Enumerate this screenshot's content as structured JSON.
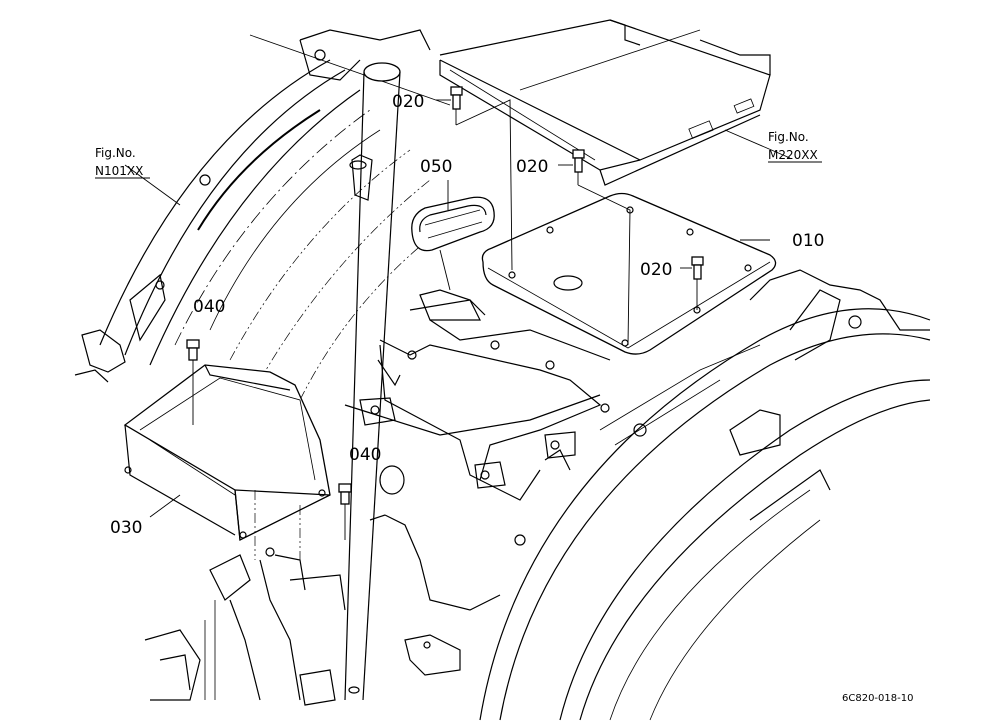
{
  "parts": {
    "p010": "010",
    "p020": "020",
    "p030": "030",
    "p040": "040",
    "p050": "050"
  },
  "figure_refs": {
    "left": {
      "line1": "Fig.No.",
      "line2": "N101XX"
    },
    "right": {
      "line1": "Fig.No.",
      "line2": "M220XX"
    }
  },
  "drawing_code": "6C820-018-10"
}
